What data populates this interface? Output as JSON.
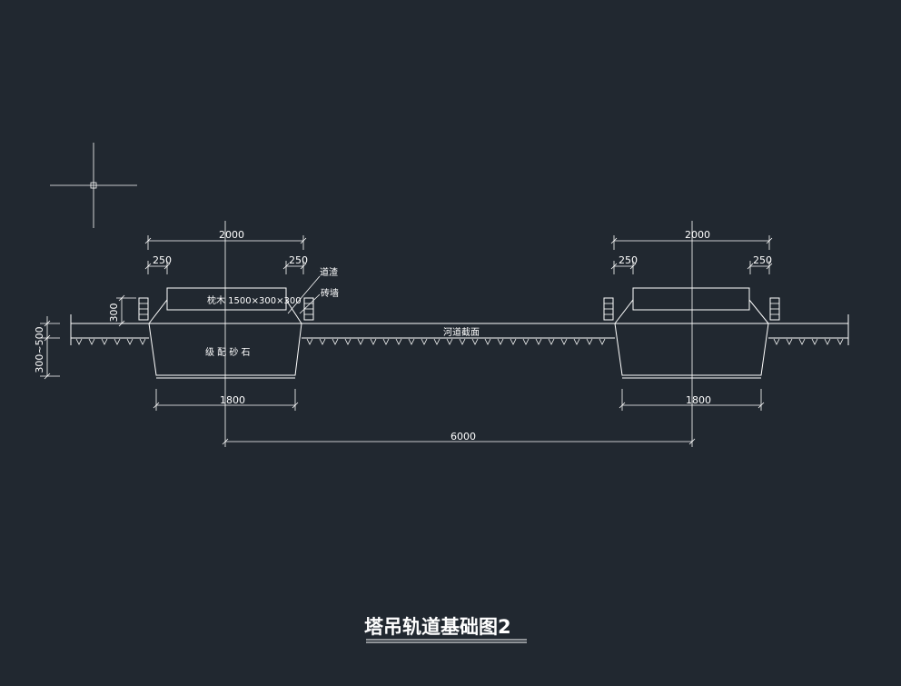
{
  "drawing": {
    "title": "塔吊轨道基础图2",
    "labels": {
      "sleeper": "枕木 1500×300×300",
      "ballast": "级 配 砂 石",
      "rail_a": "道渣",
      "rail_b": "砖墙",
      "riverbed": "河道截面"
    },
    "dimensions": {
      "left_top": "2000",
      "left_250_a": "250",
      "left_250_b": "250",
      "right_top": "2000",
      "right_250_a": "250",
      "right_250_b": "250",
      "left_bottom": "1800",
      "right_bottom": "1800",
      "span": "6000",
      "height_300": "300",
      "depth": "300~500"
    }
  },
  "colors": {
    "background": "#212830",
    "lines": "#ffffff"
  }
}
